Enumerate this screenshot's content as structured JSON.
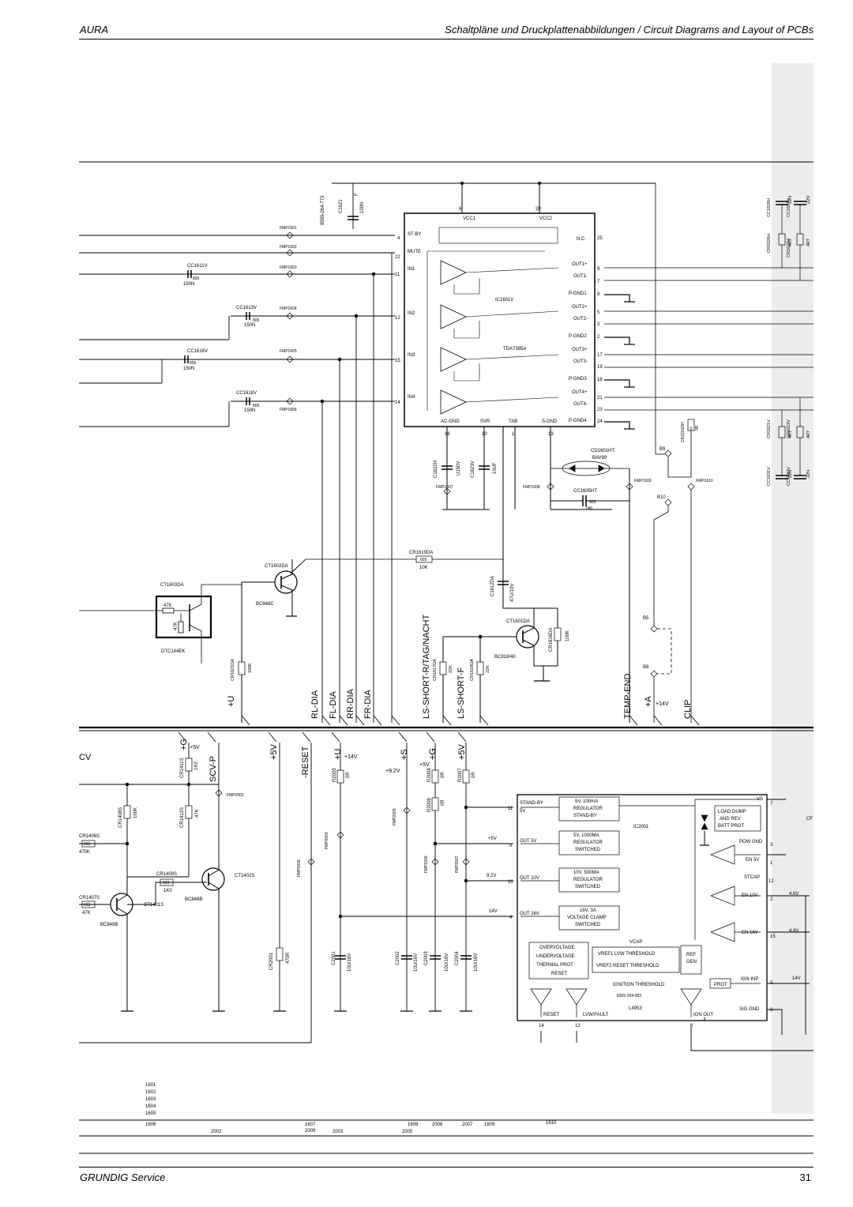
{
  "header": {
    "left": "AURA",
    "right": "Schaltpläne und Druckplattenabbildungen / Circuit Diagrams and Layout of PCBs"
  },
  "footer": {
    "left": "GRUNDIG Service",
    "page": "31"
  },
  "amplifier": {
    "part": "IC1601V",
    "type": "TDA7385A",
    "vcc1": "VCC1",
    "vcc2": "VCC2",
    "pins_left": [
      "ST-BY",
      "MUTE",
      "IN1",
      "IN2",
      "IN3",
      "IN4"
    ],
    "pins_left_numbers": [
      "4",
      "22",
      "11",
      "12",
      "15",
      "14"
    ],
    "pins_right": [
      "N.C.",
      "OUT1+",
      "OUT1-",
      "P-GND1",
      "OUT2+",
      "OUT2-",
      "P-GND2",
      "OUT3+",
      "OUT3-",
      "P-GND3",
      "OUT4+",
      "OUT4-",
      "P-GND4"
    ],
    "pins_right_numbers": [
      "25",
      "9",
      "7",
      "8",
      "5",
      "3",
      "2",
      "17",
      "19",
      "18",
      "21",
      "23",
      "24"
    ],
    "pins_bottom": [
      "AC-GND",
      "SVR",
      "TAB",
      "S-GND"
    ],
    "pins_bottom_numbers": [
      "16",
      "10",
      "1",
      "13"
    ],
    "top_pins": [
      "6",
      "20"
    ]
  },
  "regulator": {
    "part": "IC2001",
    "type": "L4953",
    "code": "8305-204-953",
    "left_labels": [
      "STAND-BY",
      "5V",
      "OUT 5V",
      "OUT 10V",
      "OUT 16V"
    ],
    "blocks": [
      [
        "5V, 100mA",
        "REGULATOR",
        "STAND-BY"
      ],
      [
        "5V, 1000MA",
        "REGULATOR",
        "SWITCHED"
      ],
      [
        "10V, 500MA",
        "REGULATOR",
        "SWITCHED"
      ],
      [
        "16V, 3A",
        "VOLTAGE CLAMP",
        "SWITCHED"
      ]
    ],
    "protect_left": [
      "OVERVOLTAGE",
      "UNDERVOLTAGE",
      "THERMAL PROT",
      "RESET"
    ],
    "protect_right": [
      "VREF1 LVW THRESHOLD",
      "VREF2 RESET THRESHOLD"
    ],
    "ref_gen": [
      "REF",
      "GEN"
    ],
    "vcap": "VCAP",
    "ignition": "IGNITION THRESHOLD",
    "prot": "PROT",
    "load_dump": [
      "LOAD DUMP",
      "AND REV",
      "BATT PROT"
    ],
    "right_labels": [
      "VS",
      "POW GND",
      "EN 5V",
      "STCAP",
      "EN 10V",
      "EN 16V",
      "IGN INP",
      "SIG GND"
    ],
    "right_numbers": [
      "7",
      "3",
      "1",
      "12",
      "2",
      "15",
      "5",
      "8"
    ],
    "bottom_labels": [
      "RESET",
      "LVW/FAULT",
      "IGN OUT"
    ],
    "bottom_numbers": [
      "14",
      "13",
      "6"
    ],
    "left_numbers": [
      "11",
      "9",
      "10",
      "4"
    ],
    "volt_labels": [
      "+5V",
      "9.2V",
      "14V"
    ],
    "right_volts": [
      "4.6V",
      "4.8V",
      "14V"
    ]
  },
  "bus_labels_upper": [
    "+U",
    "RL-DIA",
    "FL-DIA",
    "RR-DIA",
    "FR-DIA",
    "LS-SHORT-R/TAG/NACHT",
    "LS-SHORT-F",
    "TEMP-END",
    "+A",
    "+14V",
    "CLIP"
  ],
  "bus_labels_lower": [
    "CV",
    "+G",
    "+5V",
    "SCV-P",
    "+5V",
    "-RESET",
    "+U",
    "+14V",
    "+S",
    "+9.2V",
    "+G",
    "+5V",
    "+5V"
  ],
  "components": {
    "coupling_caps": [
      "CC1611V",
      "CC1613V",
      "CC1616V",
      "CC1618V"
    ],
    "cap_value": "150N",
    "size_code": "805",
    "fmp_upper": [
      "FMP1601",
      "FMP1602",
      "FMP1603",
      "FMP1604",
      "FMP1605",
      "FMP1606"
    ],
    "c1621": "C1621",
    "c1621_val": "100N",
    "c1621_flag": "F",
    "part_no": "8555-264-773",
    "c1622": [
      "C1622H",
      "U150V"
    ],
    "c1623": [
      "C1623V",
      "10UF"
    ],
    "fmp_mid": [
      "FMP1607",
      "FMP1608",
      "FMP1609",
      "FMP1610"
    ],
    "cd1601": [
      "CD1601HT",
      "BAV99"
    ],
    "cc1605": [
      "CC1605HT",
      "603",
      "1N0"
    ],
    "b_points": [
      "B9",
      "B10",
      "B5",
      "B6"
    ],
    "cr2201": [
      "CR2201DH",
      "603",
      "0R"
    ],
    "cr1619": [
      "CR1619DA",
      "603",
      "10K"
    ],
    "ct1602": [
      "CT1602DA",
      "BC848C"
    ],
    "ct1603": [
      "CT1603DA",
      "47K",
      "47K",
      "DTC144EK"
    ],
    "c1612": [
      "C1612DA",
      "47U/10V"
    ],
    "ct1601": [
      "CT1601DA",
      "BC818/40"
    ],
    "cr1616": [
      "CR1616DA",
      "603",
      "100K"
    ],
    "cr1617": [
      "CR1617DA",
      "603",
      "22K"
    ],
    "cr1618": [
      "CR1618DA",
      "603",
      "22K"
    ],
    "cr1621": [
      "CR1621DA",
      "603",
      "100K"
    ],
    "right_parts": [
      "CC1626H",
      "CC1627V",
      "CR1626H",
      "CR1627V",
      "CR1621V",
      "CR1622V",
      "CC1631V",
      "CC1632V"
    ],
    "right_vals": [
      "22N",
      "4R7"
    ],
    "lower_left": [
      "CR1411S",
      "1K0",
      "CR1408S",
      "100K",
      "CR1412S",
      "47K",
      "CR1406S",
      "470K",
      "CR1409S",
      "1K0",
      "CR1407S",
      "47K"
    ],
    "lower_code": "603",
    "transistors_lower": [
      "CT1402S",
      "BC848B",
      "CT1401S",
      "BC848B"
    ],
    "fmp_lower": [
      "FMP2002",
      "FMP2003",
      "FMP2009",
      "FMP2005",
      "FMP2006",
      "FMP2007"
    ],
    "resistors_lower": [
      "R2005",
      "0R",
      "R2008",
      "0R",
      "R2006",
      "0R",
      "R2007",
      "0R"
    ],
    "caps_lower": [
      "CR2001",
      "470R",
      "C2001",
      "10U/16V",
      "C2002",
      "10U/16V",
      "C2003",
      "10U/16V",
      "C2004",
      "10U/16V"
    ],
    "cf": "CF"
  },
  "legend": {
    "stack": [
      "1601",
      "1602",
      "1603",
      "1604",
      "1605"
    ],
    "row1": [
      "1606",
      "1607",
      "1608",
      "2006",
      "2007",
      "1609",
      "1610"
    ],
    "row2": [
      "2002",
      "2009",
      "2003",
      "2005"
    ]
  }
}
